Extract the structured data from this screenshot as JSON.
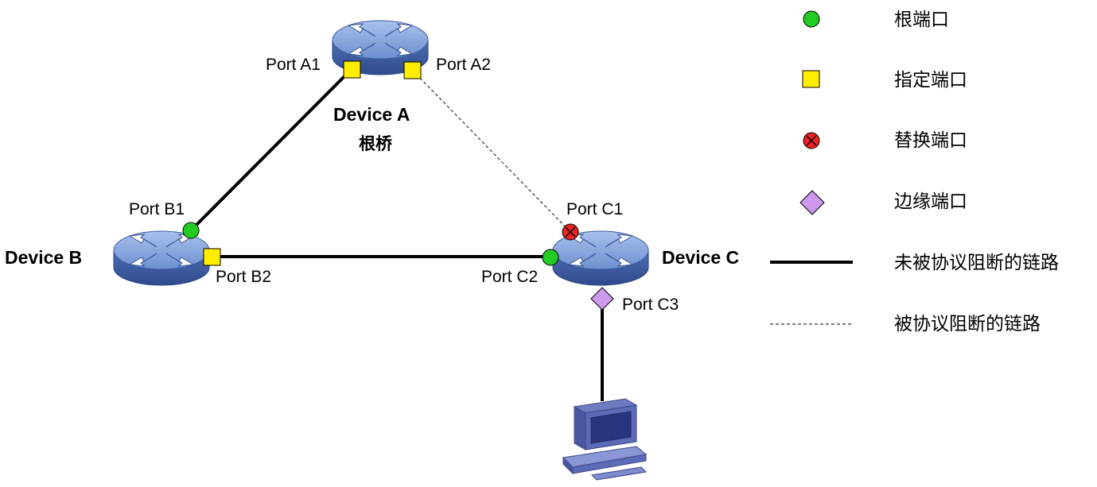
{
  "devices": {
    "a": {
      "name": "Device A",
      "role": "根桥"
    },
    "b": {
      "name": "Device B"
    },
    "c": {
      "name": "Device C"
    }
  },
  "ports": {
    "a1": "Port A1",
    "a2": "Port A2",
    "b1": "Port B1",
    "b2": "Port B2",
    "c1": "Port C1",
    "c2": "Port C2",
    "c3": "Port C3"
  },
  "legend": {
    "root_port": "根端口",
    "designated_port": "指定端口",
    "alternate_port": "替换端口",
    "edge_port": "边缘端口",
    "unblocked_link": "未被协议阻断的链路",
    "blocked_link": "被协议阻断的链路"
  },
  "colors": {
    "root_port": "#22cc22",
    "designated_port": "#ffee00",
    "alternate_port": "#ee2222",
    "edge_port": "#cc99ee",
    "switch_body": "#5a7fc0",
    "switch_top": "#8aaae0"
  }
}
